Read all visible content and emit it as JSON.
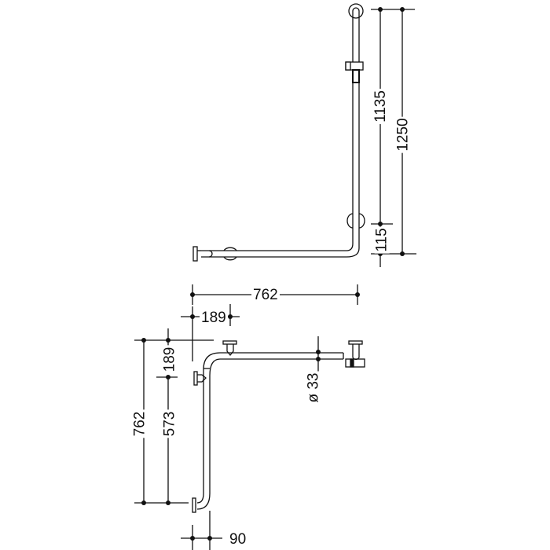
{
  "diagram": {
    "title": "L-shaped grab bar technical drawing",
    "side_view": {
      "dimensions": {
        "total_height": "1250",
        "upper_height": "1135",
        "lower_offset": "115",
        "horizontal_length": "762"
      }
    },
    "top_view": {
      "dimensions": {
        "flange_offset_x": "189",
        "flange_offset_y": "189",
        "total_depth": "762",
        "inner_depth": "573",
        "tube_diameter": "ø 33",
        "wall_offset": "90"
      }
    },
    "colors": {
      "line": "#111111",
      "background": "#ffffff"
    }
  }
}
